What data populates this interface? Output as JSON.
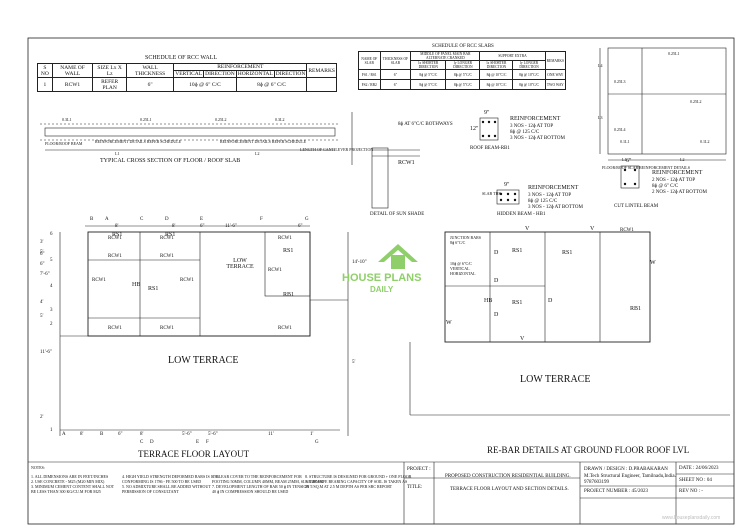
{
  "rcc_wall": {
    "title": "SCHEDULE OF RCC WALL",
    "headers": [
      "S NO",
      "NAME OF WALL",
      "SIZE Lx X Lz",
      "WALL THICKNESS",
      "REINFORCEMENT",
      "REMARKS"
    ],
    "sub_headers": [
      "VERTICAL",
      "DIRECTION",
      "HORIZONTAL",
      "DIRECTION"
    ],
    "row": {
      "sno": "1",
      "name": "RCW1",
      "size": "REFER PLAN",
      "thick": "6\"",
      "vert": "10ɸ @ 6\" C/C",
      "horiz": "8ɸ @ 6\" C/C"
    }
  },
  "rcc_slabs": {
    "title": "SCHEDULE OF RCC SLABS",
    "headers": [
      "NAME OF SLAB",
      "THICKNESS OF SLAB",
      "MIDDLE OF PANEL MAIN BAR ALTERNATE CRANKED",
      "SUPPORT EXTRA",
      "REMARKS"
    ],
    "sub_headers": [
      "lx SHORTER DIRECTION",
      "ly LONGER DIRECTION",
      "lx SHORTER DIRECTION",
      "ly LONGER DIRECTION"
    ],
    "rows": [
      [
        "FS1 / RS1",
        "6\"",
        "8ɸ @ 5\"C/C",
        "8ɸ @ 5\"C/C",
        "8ɸ @ 10\"C/C",
        "8ɸ @ 10\"C/C",
        "ONE WAY"
      ],
      [
        "FS2 / RB2",
        "6\"",
        "8ɸ @ 5\"C/C",
        "8ɸ @ 5\"C/C",
        "8ɸ @ 10\"C/C",
        "8ɸ @ 10\"C/C",
        "TWO WAY"
      ]
    ]
  },
  "cross_section": {
    "title": "TYPICAL CROSS SECTION OF FLOOR / ROOF SLAB",
    "labels": [
      "0.3L1",
      "0.25L1",
      "0.25L2",
      "0.3L2",
      "L1",
      "L2",
      "FLOOR/ROOF BEAM",
      "REINFORCEMENT DETAILS REFER SCHEDULE",
      "REINFORCEMENT DETAILS REFER SCHEDULE",
      "LENGTH OF CANTILEVER PROJECTION"
    ]
  },
  "sunshade": {
    "title": "DETAIL OF SUN SHADE",
    "labels": [
      "8ɸ AT 6\"C/C BOTHWAYS",
      "RCW1"
    ]
  },
  "roof_beam": {
    "title": "ROOF BEAM-RB1",
    "size_w": "9\"",
    "size_d": "12\"",
    "heading": "REINFORCEMENT",
    "lines": [
      "3 NOS - 12ɸ AT TOP",
      "8ɸ @ 125 C/C",
      "3 NOS - 12ɸ AT BOTTOM"
    ]
  },
  "hidden_beam": {
    "title": "HIDDEN BEAM - HB1",
    "size_w": "9\"",
    "side": "SLAB THK",
    "heading": "REINFORCEMENT",
    "lines": [
      "3 NOS - 12ɸ AT TOP",
      "8ɸ @ 125 C/C",
      "3 NOS - 12ɸ AT BOTTOM"
    ]
  },
  "slab_details": {
    "title": "FLOOR/ROOF SLAB REINFORCEMENT DETAILS",
    "labels": [
      "L4",
      "L3",
      "L1",
      "L2",
      "0.25L1",
      "0.25L3",
      "0.25L2",
      "0.25L4",
      "0.1L1",
      "0.1L2"
    ]
  },
  "lintel": {
    "title": "CUT LINTEL BEAM",
    "size": "6\"",
    "heading": "REINFORCEMENT",
    "lines": [
      "2 NOS - 12ɸ AT TOP",
      "8ɸ @ 6\" C/C",
      "2 NOS - 12ɸ AT BOTTOM"
    ]
  },
  "terrace_layout": {
    "title": "TERRACE FLOOR LAYOUT",
    "top_grid": [
      "B",
      "A",
      "C",
      "D",
      "E",
      "F",
      "G"
    ],
    "top_dims": [
      "8'",
      "8'",
      "6\"",
      "11'-6\"",
      "6\""
    ],
    "bottom_grid": [
      "A",
      "B",
      "C",
      "D",
      "E",
      "F",
      "G"
    ],
    "bottom_dims": [
      "8'",
      "6\"",
      "8'",
      "5'-6\"",
      "5'-6\"",
      "11'",
      "1'"
    ],
    "left_dims": [
      "3'",
      "6\"",
      "6\"",
      "5'",
      "7'-6\"",
      "4'",
      "5'",
      "11'-6\"",
      "2'"
    ],
    "left_grid": [
      "6",
      "5",
      "4",
      "3",
      "2",
      "1"
    ],
    "right_dims": [
      "14'-10\"",
      "5'"
    ],
    "rooms": [
      "RS1",
      "RS1",
      "RS1",
      "RS1",
      "HB",
      "RB1"
    ],
    "walls": [
      "RCW1",
      "RCW1",
      "RCW1",
      "RCW1",
      "RCW1",
      "RCW1",
      "RCW1",
      "RCW1",
      "RCW1",
      "RCW1",
      "RCW1"
    ],
    "low_terrace_a": "LOW TERRACE",
    "low_terrace_b": "LOW TERRACE"
  },
  "rebar_layout": {
    "title": "RE-BAR DETAILS AT GROUND FLOOR ROOF LVL",
    "low_terrace": "LOW TERRACE",
    "marks": [
      "V",
      "V",
      "V",
      "W",
      "W",
      "D",
      "D",
      "D",
      "D",
      "RS1",
      "RS1",
      "RS1",
      "RB1",
      "HB",
      "RCW1"
    ],
    "notes": [
      "JUNCTION BARS",
      "8ɸ 6\"C/C",
      "10ɸ @ 6\"C/C",
      "VERTICAL",
      "HORIZONTAL"
    ]
  },
  "notes": {
    "title": "NOTES:",
    "col1": [
      "1. ALL DIMENSIONS ARE IN FEET/INCHES",
      "2. USE CONCRETE - M25 (M20 MIN MIX)",
      "3. MINIMUM CEMENT CONTENT SHALL NOT",
      "BE LESS THAN 300 KG/CU.M FOR M25"
    ],
    "col2": [
      "4. HIGH YIELD STRENGTH DEFORMED BARS IS 1786",
      "CONFORMING IS 1786 - FE 500 TO BE USED",
      "5. NO ADMIXTURE SHALL BE ADDED WITHOUT",
      "PERMISSION OF CONSULTANT"
    ],
    "col3": [
      "6. CLEAR COVER TO THE REINFORCEMENT FOR",
      "FOOTING 50MM, COLUMN 40MM, BEAM 25MM, SLAB 20MM",
      "7. DEVELOPMENT LENGTH OF BAR 50 ɸ IN TENSION",
      "40 ɸ IN COMPRESSION SHOULD BE USED"
    ],
    "col4": [
      "8. STRUCTURE IS DESIGNED FOR GROUND + ONE FLOOR",
      "9. THE SAFE BEARING CAPACITY OF SOIL IS TAKEN AS",
      "20 T/SQ.M AT 2.5 M DEPTH AS PER SBC REPORT"
    ]
  },
  "title_block": {
    "project_label": "PROJECT :",
    "project": "PROPOSED CONSTRUCTION RESIDENTIAL BUILDING.",
    "title_label": "TITLE:",
    "title": "TERRACE FLOOR LAYOUT AND SECTION DETAILS.",
    "drawn": "DRAWN / DESIGN : D.PRABAKARAN",
    "qual": "M.Tech Structural Engineer, Tamilnadu,India.",
    "phone": "9787603199",
    "project_no": "PROJECT NUMBER : 45/2023",
    "date": "DATE : 24/06/2023",
    "sheet": "SHEET NO : 04",
    "rev": "REV NO :    -"
  },
  "watermark": {
    "line1": "HOUSE PLANS",
    "line2": "DAILY",
    "url": "www.houseplansdaily.com"
  },
  "colors": {
    "ink": "#111111",
    "watermark": "#8fcf6a",
    "watermark_url": "#c8c8c8"
  }
}
